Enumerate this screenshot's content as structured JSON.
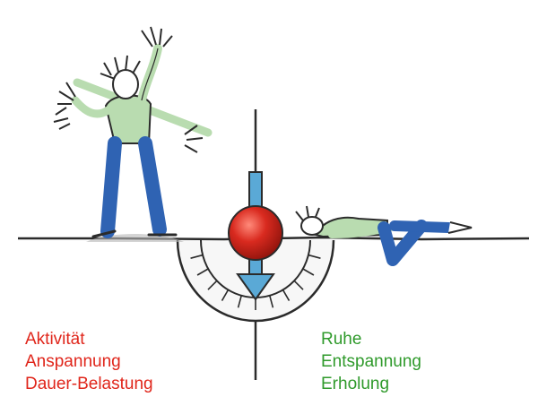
{
  "colors": {
    "activity": "#e0261b",
    "rest": "#2f9a2b",
    "ball": "#d92a1f",
    "arrow": "#5aa9d6",
    "shirt": "#b9dcb0",
    "pants": "#2f63b3",
    "ink": "#2b2b2b"
  },
  "labels": {
    "activity": [
      "Aktivität",
      "Anspannung",
      "Dauer-Belastung"
    ],
    "rest": [
      "Ruhe",
      "Entspannung",
      "Erholung"
    ]
  }
}
